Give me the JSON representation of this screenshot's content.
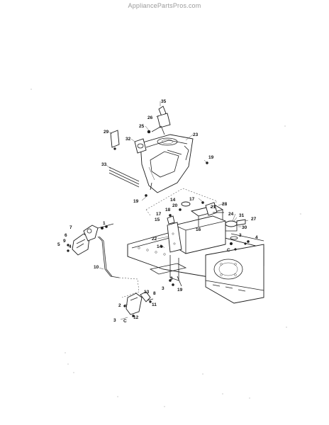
{
  "watermark": "AppliancePartsPros.com",
  "callouts": [
    {
      "id": "c35",
      "text": "35"
    },
    {
      "id": "c26",
      "text": "26"
    },
    {
      "id": "c25",
      "text": "25"
    },
    {
      "id": "c23",
      "text": "23"
    },
    {
      "id": "c29",
      "text": "29"
    },
    {
      "id": "c32",
      "text": "32"
    },
    {
      "id": "c19a",
      "text": "19"
    },
    {
      "id": "c33",
      "text": "33"
    },
    {
      "id": "c19b",
      "text": "19"
    },
    {
      "id": "c14",
      "text": "14"
    },
    {
      "id": "c17a",
      "text": "17"
    },
    {
      "id": "c20",
      "text": "20"
    },
    {
      "id": "c18",
      "text": "18"
    },
    {
      "id": "c21",
      "text": "21"
    },
    {
      "id": "c28",
      "text": "28"
    },
    {
      "id": "c17b",
      "text": "17"
    },
    {
      "id": "c15",
      "text": "15"
    },
    {
      "id": "c16",
      "text": "16"
    },
    {
      "id": "c31",
      "text": "31"
    },
    {
      "id": "c27",
      "text": "27"
    },
    {
      "id": "c30",
      "text": "30"
    },
    {
      "id": "c3a",
      "text": "3"
    },
    {
      "id": "c24",
      "text": "24"
    },
    {
      "id": "c4a",
      "text": "4"
    },
    {
      "id": "c22",
      "text": "22"
    },
    {
      "id": "c14b",
      "text": "14"
    },
    {
      "id": "c1",
      "text": "1"
    },
    {
      "id": "c7",
      "text": "7"
    },
    {
      "id": "c6",
      "text": "6"
    },
    {
      "id": "c9",
      "text": "9"
    },
    {
      "id": "c5",
      "text": "5"
    },
    {
      "id": "c4b",
      "text": "4"
    },
    {
      "id": "c10",
      "text": "10"
    },
    {
      "id": "c3b",
      "text": "3"
    },
    {
      "id": "c19c",
      "text": "19"
    },
    {
      "id": "c3c",
      "text": "3"
    },
    {
      "id": "c13",
      "text": "13"
    },
    {
      "id": "c8",
      "text": "8"
    },
    {
      "id": "c11",
      "text": "11"
    },
    {
      "id": "c2",
      "text": "2"
    },
    {
      "id": "c12",
      "text": "12"
    },
    {
      "id": "c3d",
      "text": "3"
    },
    {
      "id": "cC1",
      "text": "C"
    },
    {
      "id": "cC2",
      "text": "C"
    }
  ]
}
